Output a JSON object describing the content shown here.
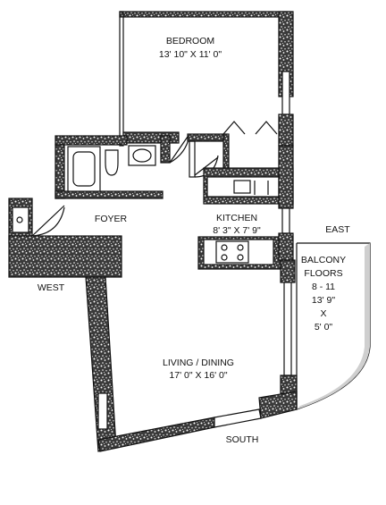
{
  "rooms": {
    "bedroom": {
      "name": "BEDROOM",
      "size": "13' 10\" X 11' 0\""
    },
    "foyer": {
      "name": "FOYER"
    },
    "kitchen": {
      "name": "KITCHEN",
      "size": "8' 3\" X 7' 9\""
    },
    "living": {
      "name": "LIVING / DINING",
      "size": "17' 0\" X 16' 0\""
    },
    "balcony": {
      "lines": [
        "BALCONY",
        "FLOORS",
        "8 - 11",
        "13' 9\"",
        "X",
        "5' 0\""
      ]
    }
  },
  "compass": {
    "east": "EAST",
    "west": "WEST",
    "south": "SOUTH"
  }
}
